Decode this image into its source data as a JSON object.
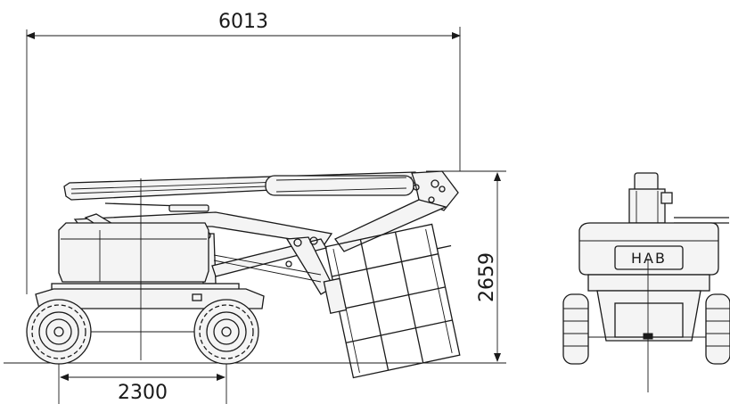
{
  "dimensions": {
    "overall_length": "6013",
    "wheelbase": "2300",
    "stowed_height": "2659"
  },
  "front_view": {
    "brand_label": "HAB"
  }
}
